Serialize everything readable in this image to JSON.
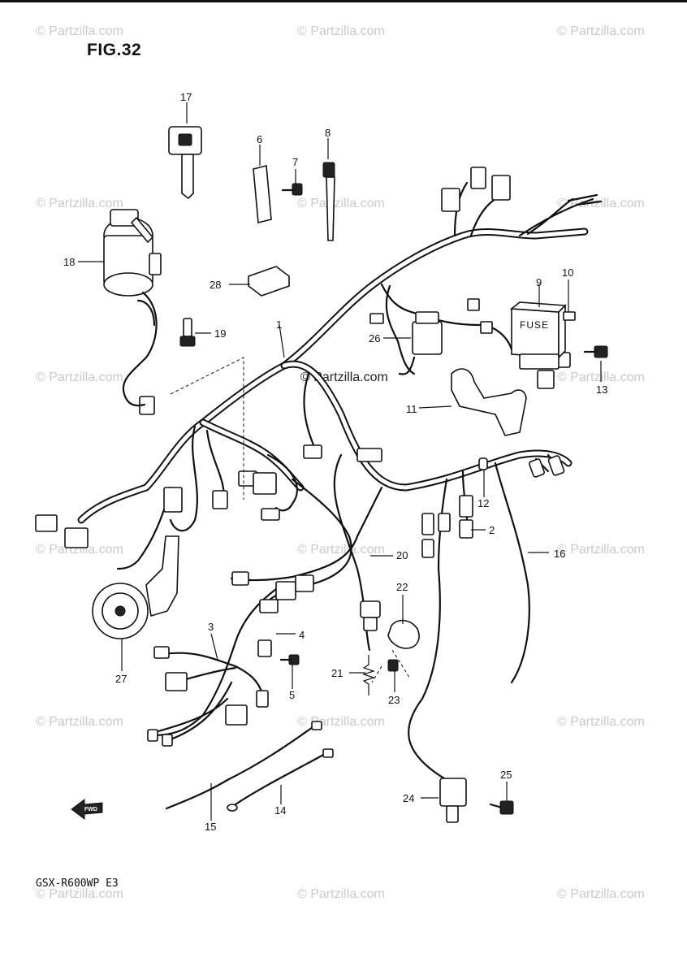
{
  "figure_title": "FIG.32",
  "model_code": "GSX-R600WP E3",
  "watermark": "© Partzilla.com",
  "fuse_text": "FUSE",
  "fwd_text": "FWD",
  "callouts": [
    {
      "id": "c1",
      "label": "1"
    },
    {
      "id": "c2",
      "label": "2"
    },
    {
      "id": "c3",
      "label": "3"
    },
    {
      "id": "c4",
      "label": "4"
    },
    {
      "id": "c5",
      "label": "5"
    },
    {
      "id": "c6",
      "label": "6"
    },
    {
      "id": "c7",
      "label": "7"
    },
    {
      "id": "c8",
      "label": "8"
    },
    {
      "id": "c9",
      "label": "9"
    },
    {
      "id": "c10",
      "label": "10"
    },
    {
      "id": "c11",
      "label": "11"
    },
    {
      "id": "c12",
      "label": "12"
    },
    {
      "id": "c13",
      "label": "13"
    },
    {
      "id": "c14",
      "label": "14"
    },
    {
      "id": "c15",
      "label": "15"
    },
    {
      "id": "c16",
      "label": "16"
    },
    {
      "id": "c17",
      "label": "17"
    },
    {
      "id": "c18",
      "label": "18"
    },
    {
      "id": "c19",
      "label": "19"
    },
    {
      "id": "c20",
      "label": "20"
    },
    {
      "id": "c21",
      "label": "21"
    },
    {
      "id": "c22",
      "label": "22"
    },
    {
      "id": "c23",
      "label": "23"
    },
    {
      "id": "c24",
      "label": "24"
    },
    {
      "id": "c25",
      "label": "25"
    },
    {
      "id": "c26",
      "label": "26"
    },
    {
      "id": "c27",
      "label": "27"
    },
    {
      "id": "c28",
      "label": "28"
    }
  ]
}
